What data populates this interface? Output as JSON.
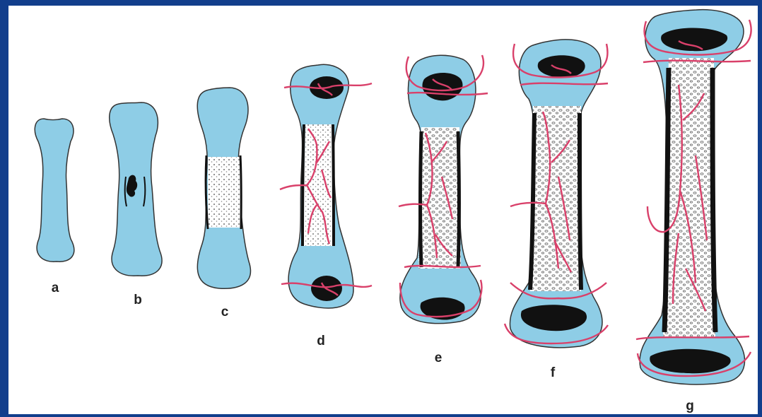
{
  "figure": {
    "labels": [
      "a",
      "b",
      "c",
      "d",
      "e",
      "f",
      "g"
    ]
  },
  "colors": {
    "frame": "#123e8c",
    "bone": "#8ecde6",
    "bone_outline": "#333333",
    "vessel": "#d9406a",
    "ossification": "#111111",
    "compact_bone": "#101010"
  }
}
